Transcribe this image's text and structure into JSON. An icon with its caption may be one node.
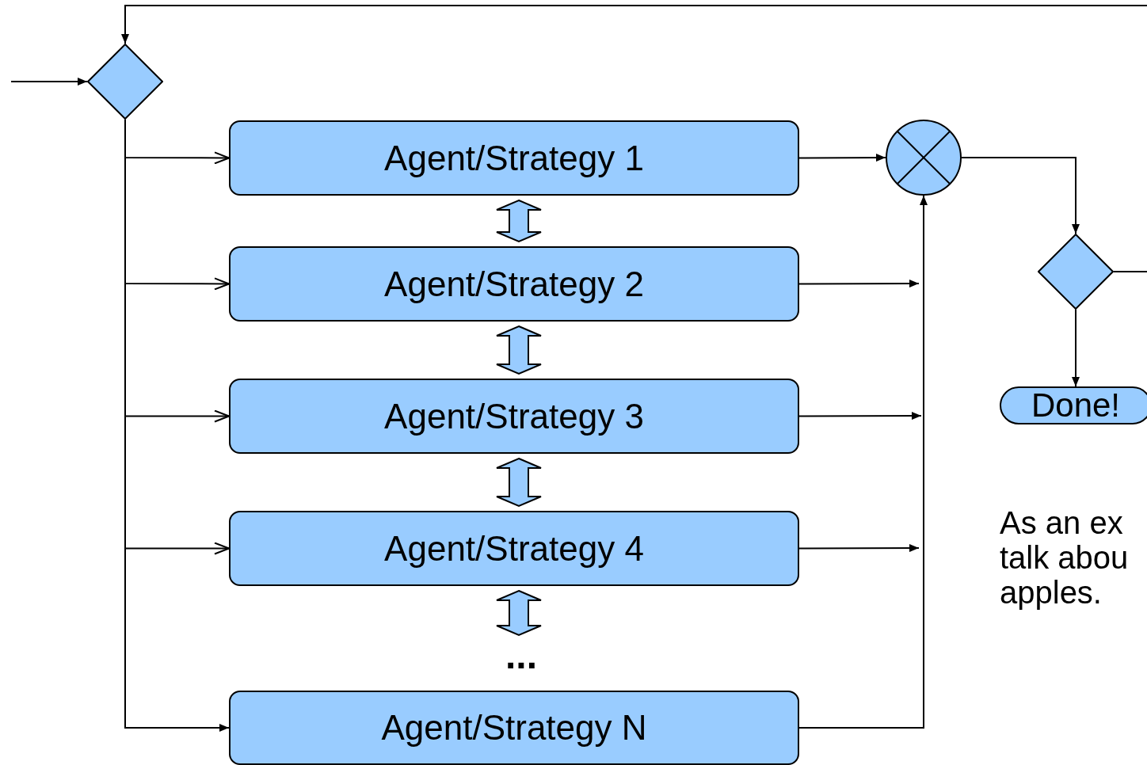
{
  "diagram": {
    "nodes": [
      {
        "text": [],
        "shape": "diamond"
      },
      {
        "text": [
          "Agent/Strategy 1"
        ]
      },
      {
        "text": [
          "Agent/Strategy 2"
        ]
      },
      {
        "text": [
          "Agent/Strategy 3"
        ]
      },
      {
        "text": [
          "Agent/Strategy 4"
        ]
      },
      {
        "text": [
          "Agent/Strategy N"
        ]
      },
      {
        "text": [],
        "shape": "circle"
      },
      {
        "text": [],
        "shape": "diamond"
      },
      {
        "text": [
          "Done!"
        ]
      },
      {
        "text": [
          "..."
        ]
      }
    ],
    "edges": [
      {
        "from": null,
        "to": 0,
        "arrow": "to"
      },
      {
        "from": 0,
        "to": 1,
        "arrow": "to"
      },
      {
        "from": 0,
        "to": 2,
        "arrow": "to"
      },
      {
        "from": 0,
        "to": 3,
        "arrow": "to"
      },
      {
        "from": 0,
        "to": 4,
        "arrow": "to"
      },
      {
        "from": 0,
        "to": 5,
        "arrow": "to"
      },
      {
        "from": 1,
        "to": 6,
        "arrow": "to"
      },
      {
        "from": 2,
        "to": null,
        "arrow": "to"
      },
      {
        "from": 3,
        "to": null,
        "arrow": "to"
      },
      {
        "from": 4,
        "to": null,
        "arrow": "to"
      },
      {
        "from": 5,
        "to": 6,
        "arrow": "to"
      },
      {
        "from": 6,
        "to": 7,
        "arrow": "to"
      },
      {
        "from": 7,
        "to": 8,
        "arrow": "to"
      },
      {
        "from": 7,
        "to": null,
        "arrow": "none"
      },
      {
        "from": null,
        "to": 0,
        "arrow": "to"
      },
      {
        "from": 1,
        "to": 2,
        "arrow": "both",
        "style": "thick",
        "color": "#99ccff"
      },
      {
        "from": 2,
        "to": 3,
        "arrow": "both",
        "style": "thick",
        "color": "#99ccff"
      },
      {
        "from": 3,
        "to": 4,
        "arrow": "both",
        "style": "thick",
        "color": "#99ccff"
      },
      {
        "from": 4,
        "to": 9,
        "arrow": "both",
        "style": "thick",
        "color": "#99ccff"
      }
    ],
    "labels": [
      "As an ex talk abou apples."
    ]
  }
}
